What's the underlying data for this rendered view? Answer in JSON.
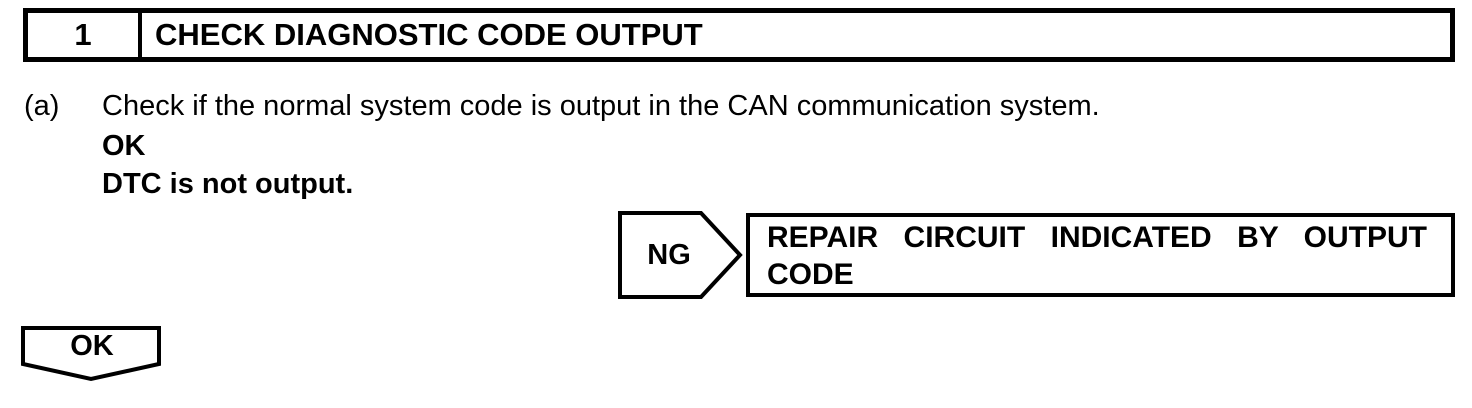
{
  "page": {
    "background_color": "#ffffff",
    "ink_color": "#000000"
  },
  "step_header": {
    "number": "1",
    "title": "CHECK DIAGNOSTIC CODE OUTPUT"
  },
  "instruction": {
    "label": "(a)",
    "text": "Check if the normal system code is output in the CAN communication system.",
    "judgement_label": "OK",
    "judgement_text": "DTC is not output."
  },
  "ng_branch": {
    "connector_label": "NG",
    "action_text": "REPAIR CIRCUIT INDICATED BY OUTPUT CODE"
  },
  "ok_branch": {
    "connector_label": "OK"
  }
}
